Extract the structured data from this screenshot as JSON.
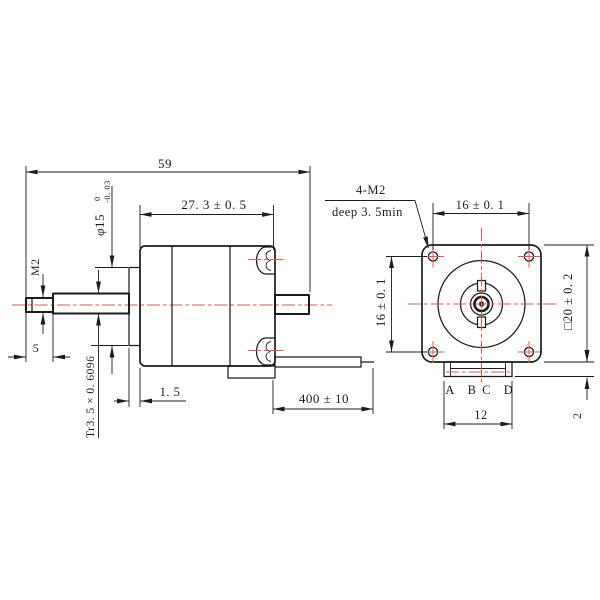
{
  "colors": {
    "line": "#1c1c1c",
    "centerline": "#e05a52",
    "background": "#ffffff",
    "braid": "#2a2a2a"
  },
  "labels": {
    "overall_length": "59",
    "body_length": "27. 3 ± 0. 5",
    "pilot_dia": "φ15",
    "pilot_dia_tol_upper": "0",
    "pilot_dia_tol_lower": "-0. 03",
    "front_thread": "M2",
    "front_thread_length": "5",
    "leadscrew_spec": "Tr3. 5 × 0. 6096",
    "flange_thickness": "1. 5",
    "wire_length": "400 ± 10",
    "mount_note_line1": "4-M2",
    "mount_note_line2": "deep 3. 5min",
    "hole_spacing_top": "16 ± 0. 1",
    "hole_spacing_side": "16 ± 0. 1",
    "square_size": "□20 ± 0. 2",
    "connector_width": "12",
    "connector_height": "2",
    "pins": [
      "A",
      "B",
      "C",
      "D"
    ]
  }
}
